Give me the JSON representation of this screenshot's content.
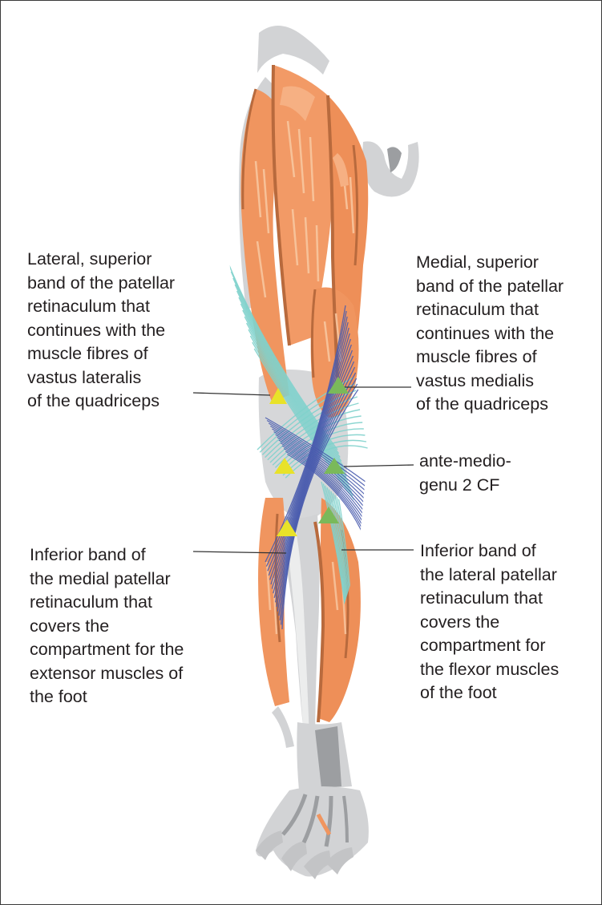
{
  "palette": {
    "muscle": "#f0955f",
    "muscle_light": "#f6b083",
    "muscle_dark": "#b86a3d",
    "bone": "#d2d3d5",
    "bone_dark": "#9c9ea1",
    "fascia_teal": "#7fd1cc",
    "fascia_blue": "#4a5cae",
    "marker_yellow": "#e8e229",
    "marker_green": "#7ab95a",
    "leader": "#333333",
    "text": "#231f20"
  },
  "labels": {
    "lateral_superior": "Lateral, superior\nband of the patellar\nretinaculum that\ncontinues with the\nmuscle fibres of\nvastus lateralis\nof the quadriceps",
    "medial_superior": "Medial, superior\nband of the patellar\nretinaculum that\ncontinues with the\nmuscle fibres of\nvastus medialis\nof the quadriceps",
    "ante_medio_genu": "ante-medio-\ngenu 2 CF",
    "inferior_medial": "Inferior band of\nthe medial patellar\nretinaculum that\ncovers the\ncompartment for the\nextensor muscles of\nthe foot",
    "inferior_lateral": "Inferior band of\nthe lateral patellar\nretinaculum that\ncovers the\ncompartment for\nthe flexor muscles\nof the foot"
  },
  "markers": [
    {
      "name": "lateral-superior",
      "color": "yellow"
    },
    {
      "name": "medial-superior",
      "color": "green"
    },
    {
      "name": "knee-lateral",
      "color": "yellow"
    },
    {
      "name": "ante-medio-genu",
      "color": "green"
    },
    {
      "name": "inferior-medial",
      "color": "yellow"
    },
    {
      "name": "inferior-lateral",
      "color": "green"
    }
  ]
}
